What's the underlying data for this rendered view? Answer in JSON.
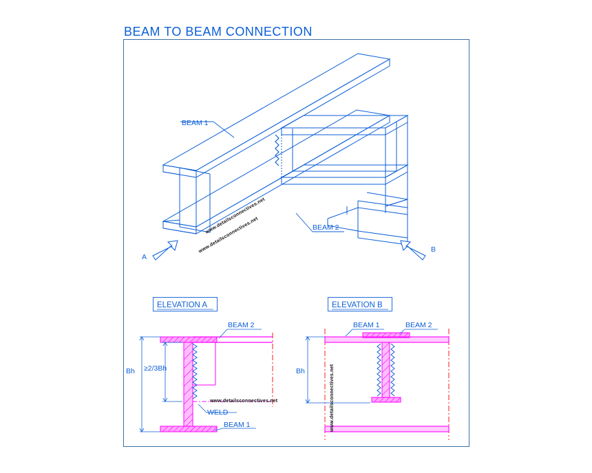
{
  "drawing": {
    "title": "BEAM TO BEAM CONNECTION",
    "frame_color": "#3a6ea5",
    "line_color": "#0b5ed7",
    "magenta_color": "#ff00ff",
    "red_color": "#ff0000",
    "background": "#ffffff"
  },
  "iso_view": {
    "labels": {
      "beam1": "BEAM 1",
      "beam2": "BEAM 2",
      "view_arrow_a": "A",
      "view_arrow_b": "B"
    },
    "watermark": "www.detailsconnectives.net"
  },
  "elevation_a": {
    "title": "ELEVATION A",
    "labels": {
      "beam2": "BEAM 2",
      "beam1": "BEAM 1",
      "weld": "WELD",
      "dim_total": "Bh",
      "dim_weld": "≥2/3Bh"
    },
    "watermark": "www.detailsconnectives.net"
  },
  "elevation_b": {
    "title": "ELEVATION B",
    "labels": {
      "beam1": "BEAM 1",
      "beam2": "BEAM 2",
      "dim_total": "Bh"
    },
    "watermark": "www.detailsconnectives.net"
  }
}
